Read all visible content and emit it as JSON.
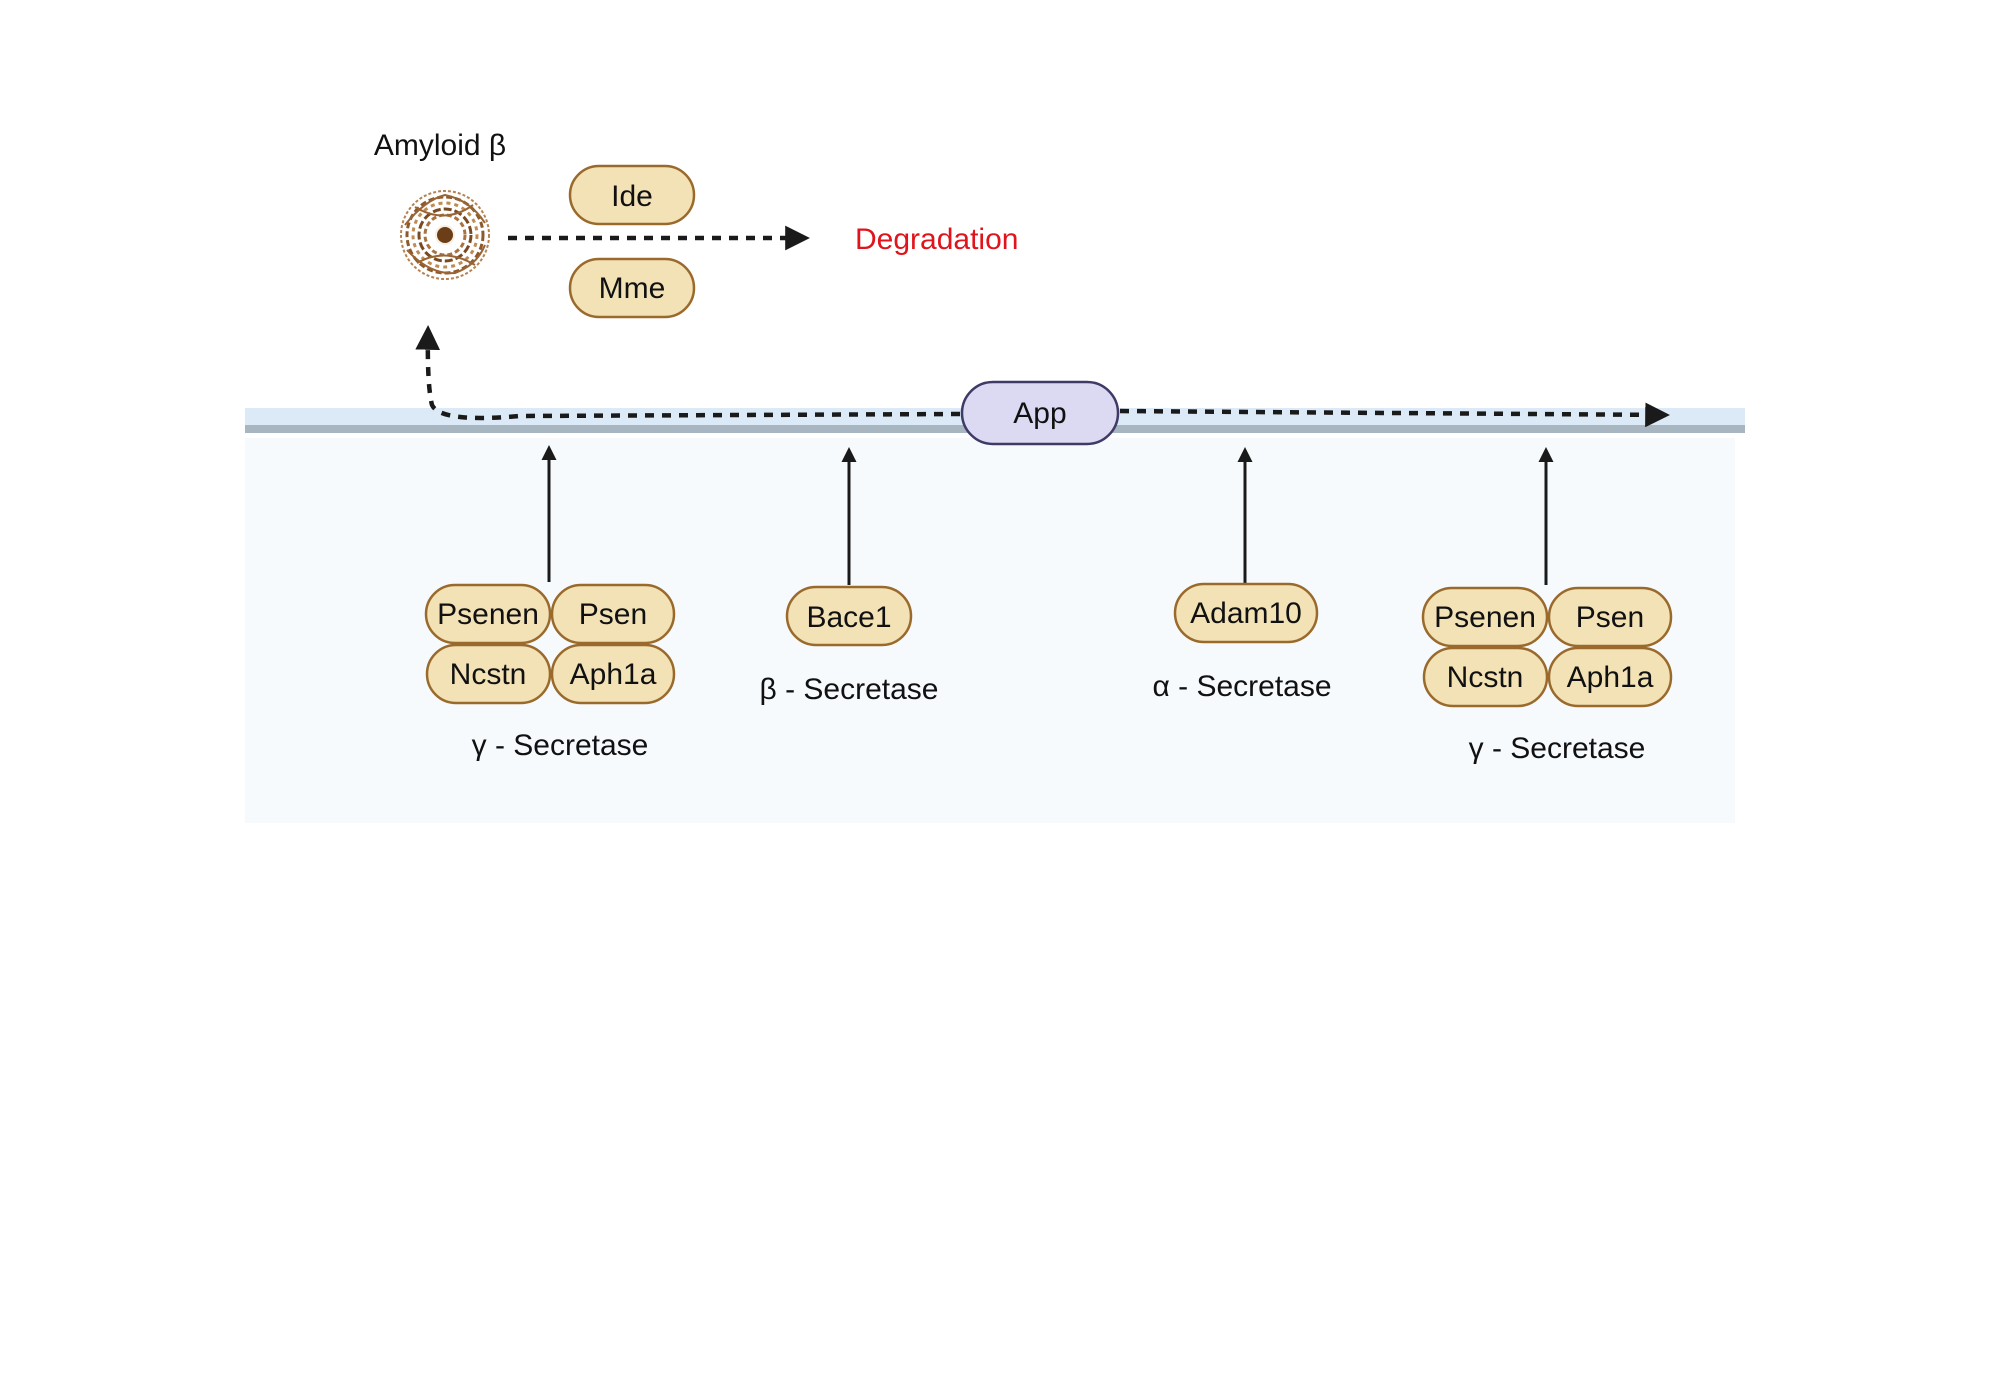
{
  "amyloid": {
    "label": "Amyloid β"
  },
  "degradation": {
    "enzymes": [
      "Ide",
      "Mme"
    ],
    "label": "Degradation",
    "label_color": "#e0141c"
  },
  "membrane": {
    "substrate": "App",
    "color": "#dbeaf6",
    "line_color": "#a8b6c2",
    "cytoplasm_color": "#f6fafd"
  },
  "secretases": [
    {
      "label": "γ - Secretase",
      "subunits": [
        "Psenen",
        "Psen",
        "Ncstn",
        "Aph1a"
      ]
    },
    {
      "label": "β - Secretase",
      "subunits": [
        "Bace1"
      ]
    },
    {
      "label": "α - Secretase",
      "subunits": [
        "Adam10"
      ]
    },
    {
      "label": "γ - Secretase",
      "subunits": [
        "Psenen",
        "Psen",
        "Ncstn",
        "Aph1a"
      ]
    }
  ],
  "colors": {
    "enzyme_fill": "#f2e2b6",
    "enzyme_stroke": "#9a6a2c",
    "app_fill": "#dcd9f2",
    "app_stroke": "#3f3a66"
  }
}
